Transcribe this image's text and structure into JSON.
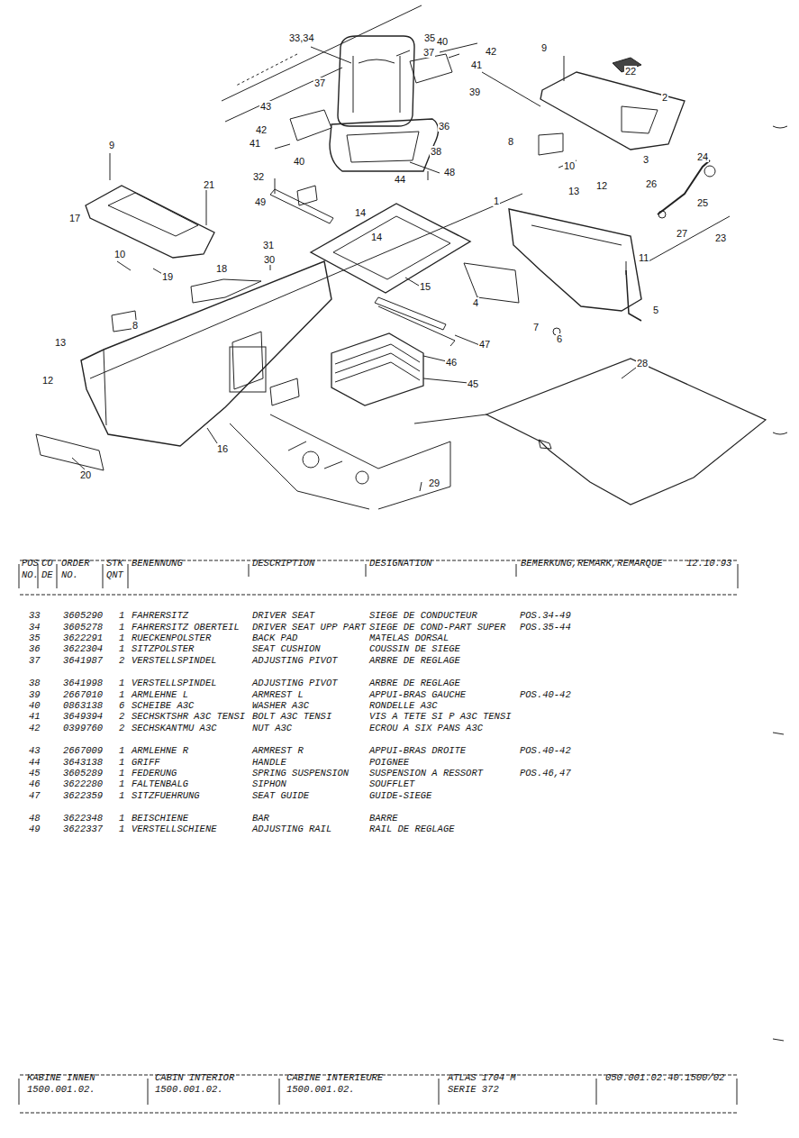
{
  "diagram": {
    "labels": [
      "33,34",
      "35",
      "40",
      "42",
      "37",
      "41",
      "39",
      "9",
      "22",
      "2",
      "37",
      "43",
      "42",
      "36",
      "41",
      "40",
      "38",
      "48",
      "9",
      "8",
      "10",
      "3",
      "24",
      "32",
      "44",
      "21",
      "26",
      "13",
      "12",
      "17",
      "49",
      "14",
      "1",
      "25",
      "27",
      "23",
      "14",
      "31",
      "30",
      "10",
      "11",
      "18",
      "19",
      "15",
      "4",
      "5",
      "8",
      "7",
      "6",
      "13",
      "12",
      "47",
      "46",
      "28",
      "45",
      "16",
      "20",
      "29",
      "POS",
      "NO.",
      "CO",
      "DE",
      "ORDER",
      "NO.",
      "STK",
      "QNT",
      "BENENNUNG",
      "DESCRIPTION",
      "DESIGNATION",
      "BEMERKUNG,REMARK,REMARQUE",
      "12.10.93",
      "33",
      "3605290",
      "1",
      "FAHRERSITZ",
      "DRIVER SEAT",
      "SIEGE DE CONDUCTEUR",
      "POS.34-49",
      "34",
      "3605278",
      "1",
      "FAHRERSITZ OBERTEIL",
      "DRIVER SEAT UPP PART",
      "SIEGE DE COND-PART SUPER",
      "POS.35-44",
      "35",
      "3622291",
      "1",
      "RUECKENPOLSTER",
      "BACK PAD",
      "MATELAS DORSAL",
      "36",
      "3622304",
      "1",
      "SITZPOLSTER",
      "SEAT CUSHION",
      "COUSSIN DE SIEGE",
      "37",
      "3641987",
      "2",
      "VERSTELLSPINDEL",
      "ADJUSTING PIVOT",
      "ARBRE DE REGLAGE",
      "38",
      "3641998",
      "1",
      "VERSTELLSPINDEL",
      "ADJUSTING PIVOT",
      "ARBRE DE REGLAGE",
      "39",
      "2667010",
      "1",
      "ARMLEHNE L",
      "ARMREST L",
      "APPUI-BRAS GAUCHE",
      "POS.40-42",
      "40",
      "0863138",
      "6",
      "SCHEIBE A3C",
      "WASHER A3C",
      "RONDELLE A3C",
      "41",
      "3649394",
      "2",
      "SECHSKTSHR A3C TENSI",
      "BOLT A3C TENSI",
      "VIS A TETE SI P A3C TENSI",
      "42",
      "0399760",
      "2",
      "SECHSKANTMU A3C",
      "NUT A3C",
      "ECROU A SIX PANS A3C",
      "43",
      "2667009",
      "1",
      "ARMLEHNE R",
      "ARMREST R",
      "APPUI-BRAS DROITE",
      "POS.40-42",
      "44",
      "3643138",
      "1",
      "GRIFF",
      "HANDLE",
      "POIGNEE",
      "45",
      "3605289",
      "1",
      "FEDERUNG",
      "SPRING SUSPENSION",
      "SUSPENSION A RESSORT",
      "POS.46,47",
      "46",
      "3622280",
      "1",
      "FALTENBALG",
      "SIPHON",
      "SOUFFLET",
      "47",
      "3622359",
      "1",
      "SITZFUEHRUNG",
      "SEAT GUIDE",
      "GUIDE-SIEGE",
      "48",
      "3622348",
      "1",
      "BEISCHIENE",
      "BAR",
      "BARRE",
      "49",
      "3622337",
      "1",
      "VERSTELLSCHIENE",
      "ADJUSTING RAIL",
      "RAIL DE REGLAGE",
      "KABINE INNEN",
      "1500.001.02.",
      "CABIN INTERIOR",
      "1500.001.02.",
      "CABINE INTERIEURE",
      "1500.001.02.",
      "ATLAS 1704 M",
      "SERIE 372",
      "050.001.02.40.1500/02"
    ]
  }
}
